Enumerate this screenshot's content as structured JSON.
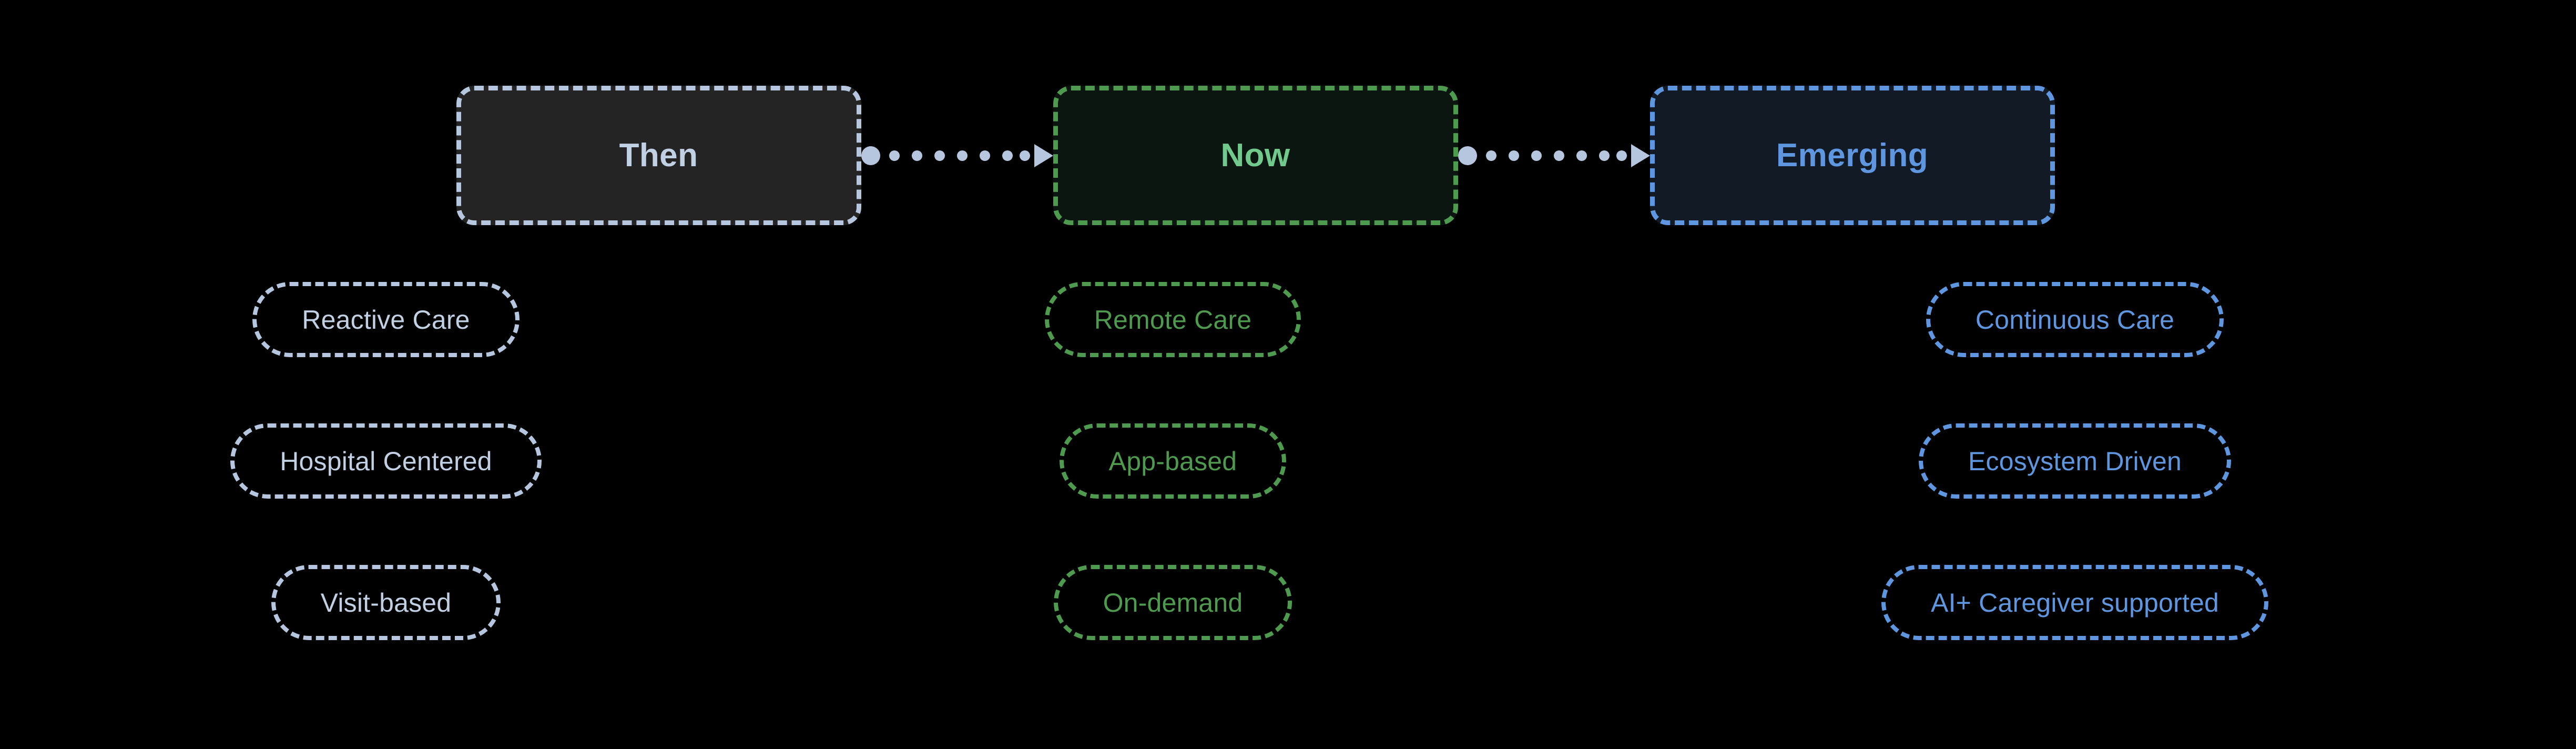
{
  "diagram": {
    "type": "three-stage-evolution-timeline",
    "background_color": "#000000",
    "columns": [
      {
        "id": "then",
        "header": "Then",
        "accent_color": "#b6c6de",
        "fill_color": "#242424",
        "items": [
          "Reactive Care",
          "Hospital Centered",
          "Visit-based"
        ]
      },
      {
        "id": "now",
        "header": "Now",
        "accent_color": "#4e9a4e",
        "text_color": "#72c98e",
        "fill_color": "#0c1610",
        "items": [
          "Remote Care",
          "App-based",
          "On-demand"
        ]
      },
      {
        "id": "emerging",
        "header": "Emerging",
        "accent_color": "#5e97e0",
        "fill_color": "#121a25",
        "items": [
          "Continuous Care",
          "Ecosystem Driven",
          "AI+ Caregiver supported"
        ]
      }
    ],
    "connectors": [
      {
        "id": "then-to-now",
        "style": "dotted-arrow",
        "color": "#b6c6de",
        "direction": "right"
      },
      {
        "id": "now-to-emerging",
        "style": "dotted-arrow",
        "color": "#b6c6de",
        "direction": "right"
      }
    ]
  }
}
